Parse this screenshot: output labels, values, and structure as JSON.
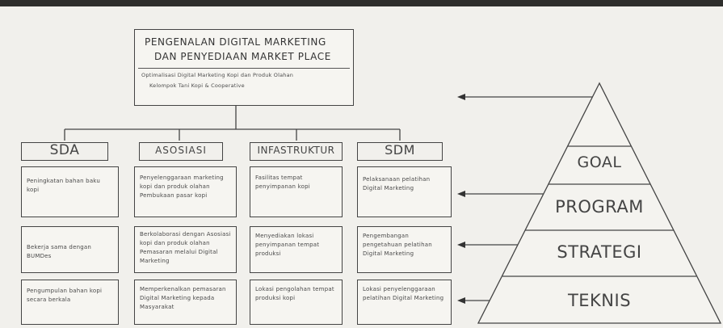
{
  "top_box": {
    "line1": "PENGENALAN DIGITAL MARKETING",
    "line2": "DAN PENYEDIAAN MARKET PLACE",
    "detail1": "Optimalisasi Digital Marketing Kopi dan Produk Olahan",
    "detail2": "Kelompok Tani Kopi & Cooperative"
  },
  "columns": [
    {
      "header": "SDA",
      "cells": [
        "Peningkatan bahan baku kopi",
        "Bekerja sama dengan BUMDes",
        "Pengumpulan bahan kopi secara berkala"
      ]
    },
    {
      "header": "ASOSIASI",
      "cells": [
        "Penyelenggaraan marketing kopi dan produk olahan Pembukaan pasar kopi",
        "Berkolaborasi dengan Asosiasi kopi dan produk olahan Pemasaran melalui Digital Marketing",
        "Memperkenalkan pemasaran Digital Marketing kepada Masyarakat"
      ]
    },
    {
      "header": "INFASTRUKTUR",
      "cells": [
        "Fasilitas tempat penyimpanan kopi",
        "Menyediakan lokasi penyimpanan tempat produksi",
        "Lokasi pengolahan tempat produksi kopi"
      ]
    },
    {
      "header": "SDM",
      "cells": [
        "Pelaksanaan pelatihan Digital Marketing",
        "Pengembangan pengetahuan pelatihan Digital Marketing",
        "Lokasi penyelenggaraan pelatihan Digital Marketing"
      ]
    }
  ],
  "pyramid": [
    "GOAL",
    "PROGRAM",
    "STRATEGI",
    "TEKNIS"
  ]
}
